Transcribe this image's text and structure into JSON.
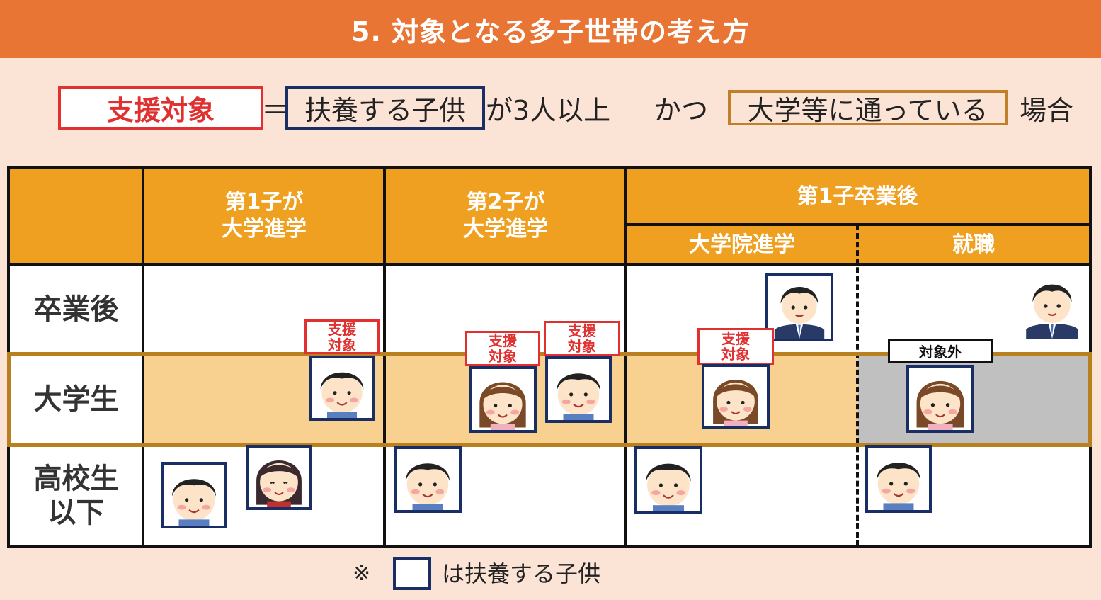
{
  "title": "5. 対象となる多子世帯の考え方",
  "formula": {
    "target_label": "支援対象",
    "equals": "＝",
    "dependent_children": "扶養する子供",
    "count_text": "が3人以上",
    "and_text": "かつ",
    "university": "大学等に通っている",
    "case_text": "場合"
  },
  "table": {
    "col1": "第1子が\n大学進学",
    "col2": "第2子が\n大学進学",
    "col3": "第1子卒業後",
    "col3a": "大学院進学",
    "col3b": "就職",
    "row1": "卒業後",
    "row2": "大学生",
    "row3": "高校生\n以下"
  },
  "tags": {
    "support": [
      "支援",
      "対象"
    ],
    "excluded": "対象外"
  },
  "note": {
    "mark": "※",
    "text": "は扶養する子供"
  },
  "icons": {
    "boy": "boy-face-icon",
    "girl": "girl-face-icon",
    "man": "suit-man-icon"
  },
  "colors": {
    "title_bg": "#e97534",
    "header_bg": "#f0a020",
    "student_row": "#f8d090",
    "excluded_bg": "#c0c0c0",
    "dependent_frame": "#1a2e66",
    "support_red": "#e03030",
    "university_gold": "#c0802a"
  }
}
